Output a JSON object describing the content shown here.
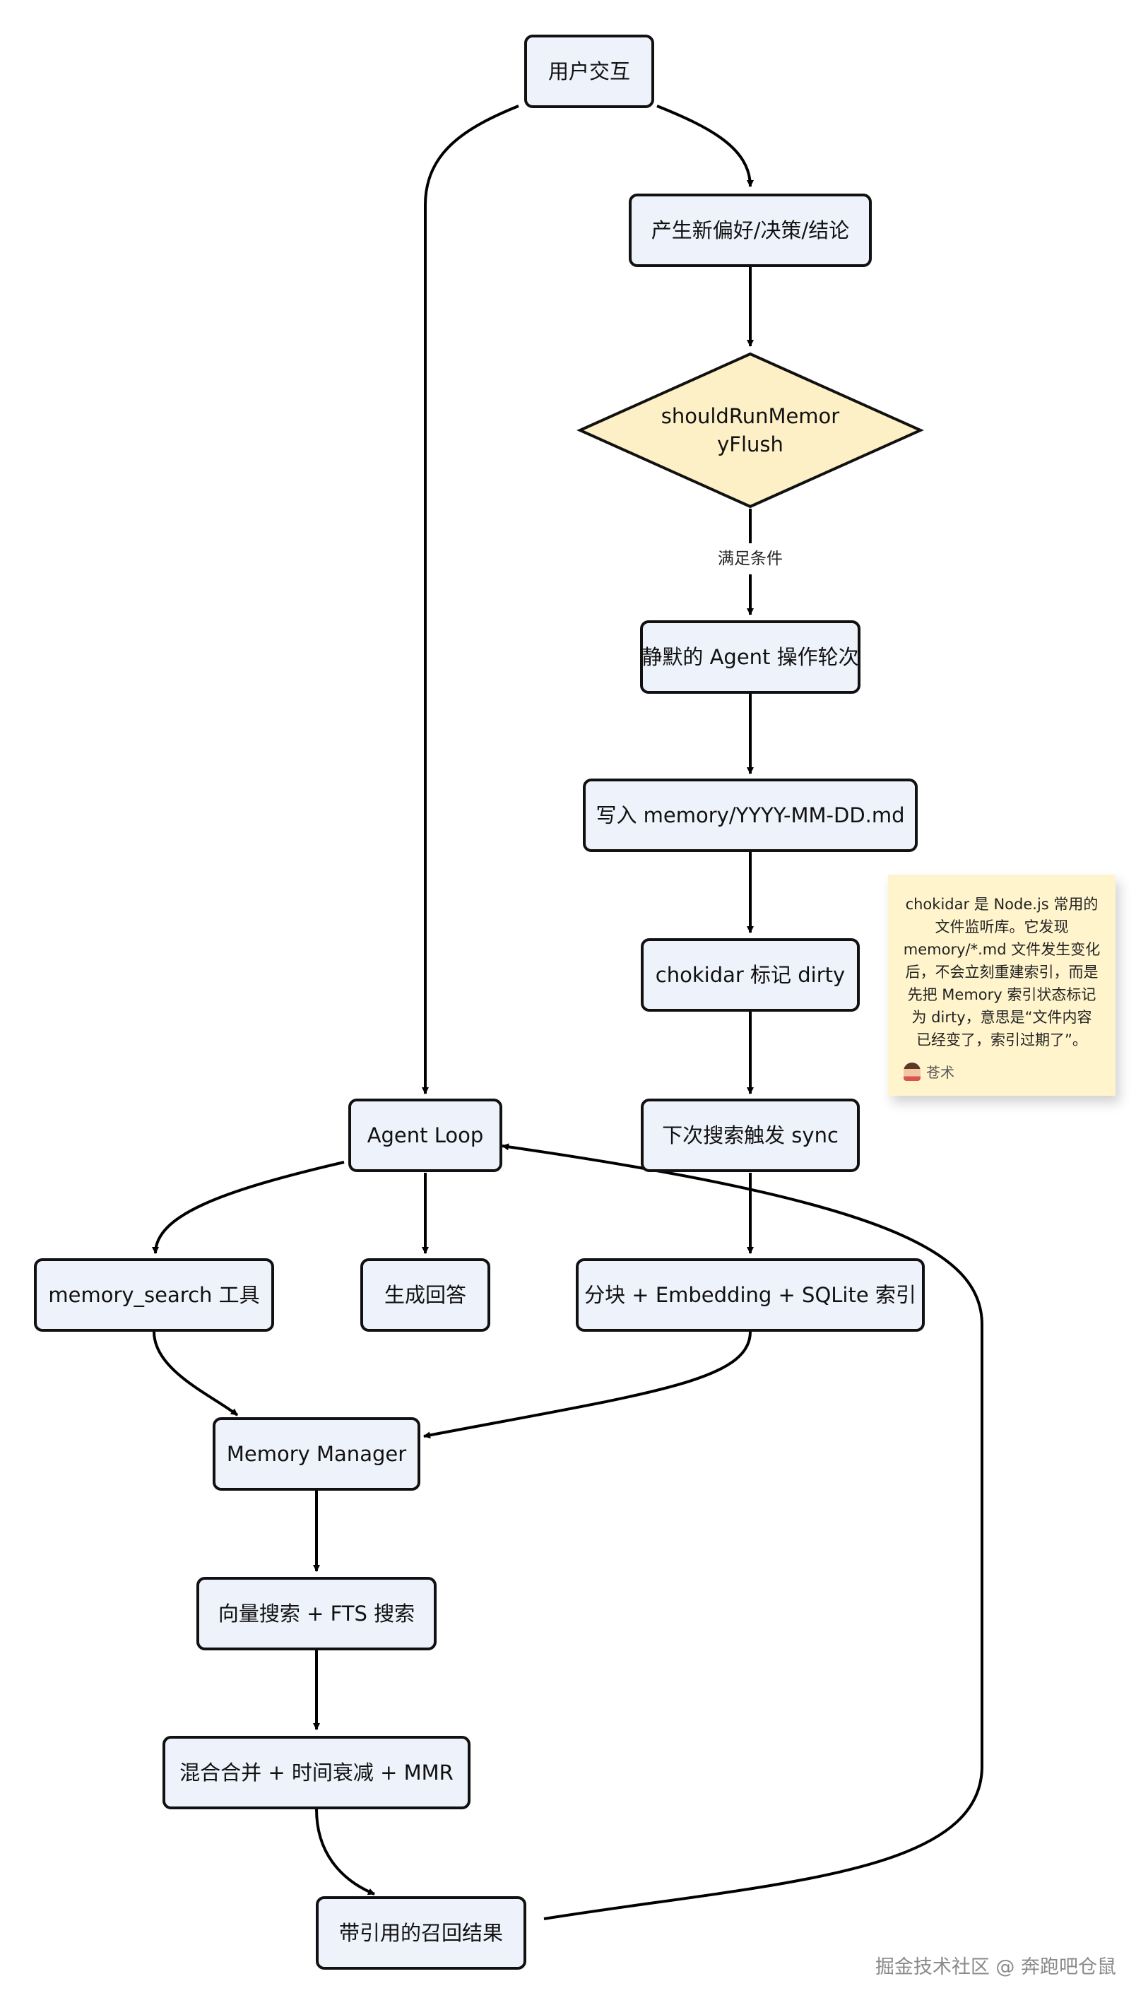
{
  "diagram": {
    "nodes": [
      {
        "id": "user",
        "label": "用户交互",
        "shape": "rect"
      },
      {
        "id": "produce",
        "label": "产生新偏好/决策/结论",
        "shape": "rect"
      },
      {
        "id": "should",
        "label": "shouldRunMemoryFlush",
        "label_lines": [
          "shouldRunMemor",
          "yFlush"
        ],
        "shape": "diamond"
      },
      {
        "id": "silent",
        "label": "静默的 Agent 操作轮次",
        "shape": "rect"
      },
      {
        "id": "write",
        "label": "写入 memory/YYYY-MM-DD.md",
        "shape": "rect"
      },
      {
        "id": "chokidar",
        "label": "chokidar 标记 dirty",
        "shape": "rect"
      },
      {
        "id": "nextsync",
        "label": "下次搜索触发 sync",
        "shape": "rect"
      },
      {
        "id": "agentloop",
        "label": "Agent Loop",
        "shape": "rect"
      },
      {
        "id": "memsearch",
        "label": "memory_search 工具",
        "shape": "rect"
      },
      {
        "id": "answer",
        "label": "生成回答",
        "shape": "rect"
      },
      {
        "id": "chunk",
        "label": "分块 + Embedding + SQLite 索引",
        "shape": "rect"
      },
      {
        "id": "manager",
        "label": "Memory Manager",
        "shape": "rect"
      },
      {
        "id": "vector",
        "label": "向量搜索 + FTS 搜索",
        "shape": "rect"
      },
      {
        "id": "merge",
        "label": "混合合并 + 时间衰减 + MMR",
        "shape": "rect"
      },
      {
        "id": "result",
        "label": "带引用的召回结果",
        "shape": "rect"
      }
    ],
    "edges": [
      {
        "from": "user",
        "to": "agentloop",
        "label": ""
      },
      {
        "from": "user",
        "to": "produce",
        "label": ""
      },
      {
        "from": "produce",
        "to": "should",
        "label": ""
      },
      {
        "from": "should",
        "to": "silent",
        "label": "满足条件"
      },
      {
        "from": "silent",
        "to": "write",
        "label": ""
      },
      {
        "from": "write",
        "to": "chokidar",
        "label": ""
      },
      {
        "from": "chokidar",
        "to": "nextsync",
        "label": ""
      },
      {
        "from": "nextsync",
        "to": "chunk",
        "label": ""
      },
      {
        "from": "agentloop",
        "to": "memsearch",
        "label": ""
      },
      {
        "from": "agentloop",
        "to": "answer",
        "label": ""
      },
      {
        "from": "memsearch",
        "to": "manager",
        "label": ""
      },
      {
        "from": "chunk",
        "to": "manager",
        "label": ""
      },
      {
        "from": "manager",
        "to": "vector",
        "label": ""
      },
      {
        "from": "vector",
        "to": "merge",
        "label": ""
      },
      {
        "from": "merge",
        "to": "result",
        "label": ""
      },
      {
        "from": "result",
        "to": "agentloop",
        "label": ""
      }
    ],
    "colors": {
      "process_fill": "#eef2fb",
      "decision_fill": "#fdf0c6",
      "stroke": "#111111",
      "note_fill": "#fff4cc"
    }
  },
  "note": {
    "text": "chokidar 是 Node.js 常用的\n文件监听库。它发现\nmemory/*.md 文件发生变化\n后，不会立刻重建索引，而是\n先把 Memory 索引状态标记\n为 dirty，意思是“文件内容\n已经变了，索引过期了”。",
    "author": "苍术"
  },
  "watermark": "掘金技术社区 @ 奔跑吧仓鼠"
}
